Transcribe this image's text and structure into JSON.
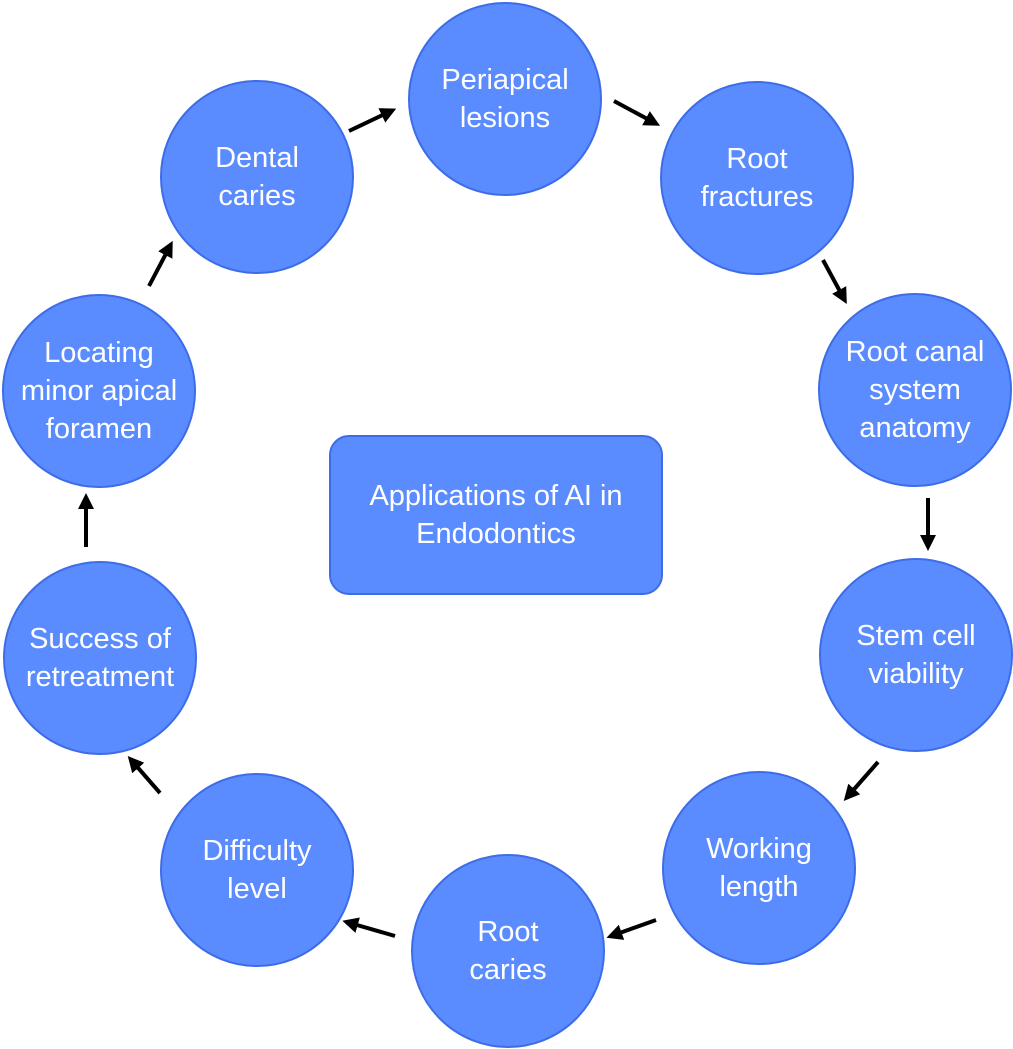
{
  "center": {
    "label": "Applications of AI in\nEndodontics"
  },
  "nodes": [
    {
      "label": "Periapical\nlesions"
    },
    {
      "label": "Root\nfractures"
    },
    {
      "label": "Root canal\nsystem\nanatomy"
    },
    {
      "label": "Stem cell\nviability"
    },
    {
      "label": "Working\nlength"
    },
    {
      "label": "Root\ncaries"
    },
    {
      "label": "Difficulty\nlevel"
    },
    {
      "label": "Success of\nretreatment"
    },
    {
      "label": "Locating\nminor apical\nforamen"
    },
    {
      "label": "Dental\ncaries"
    }
  ],
  "colors": {
    "node_fill": "#5b8cff",
    "node_border": "#3d6ce8",
    "text": "#ffffff",
    "arrow": "#000000"
  }
}
